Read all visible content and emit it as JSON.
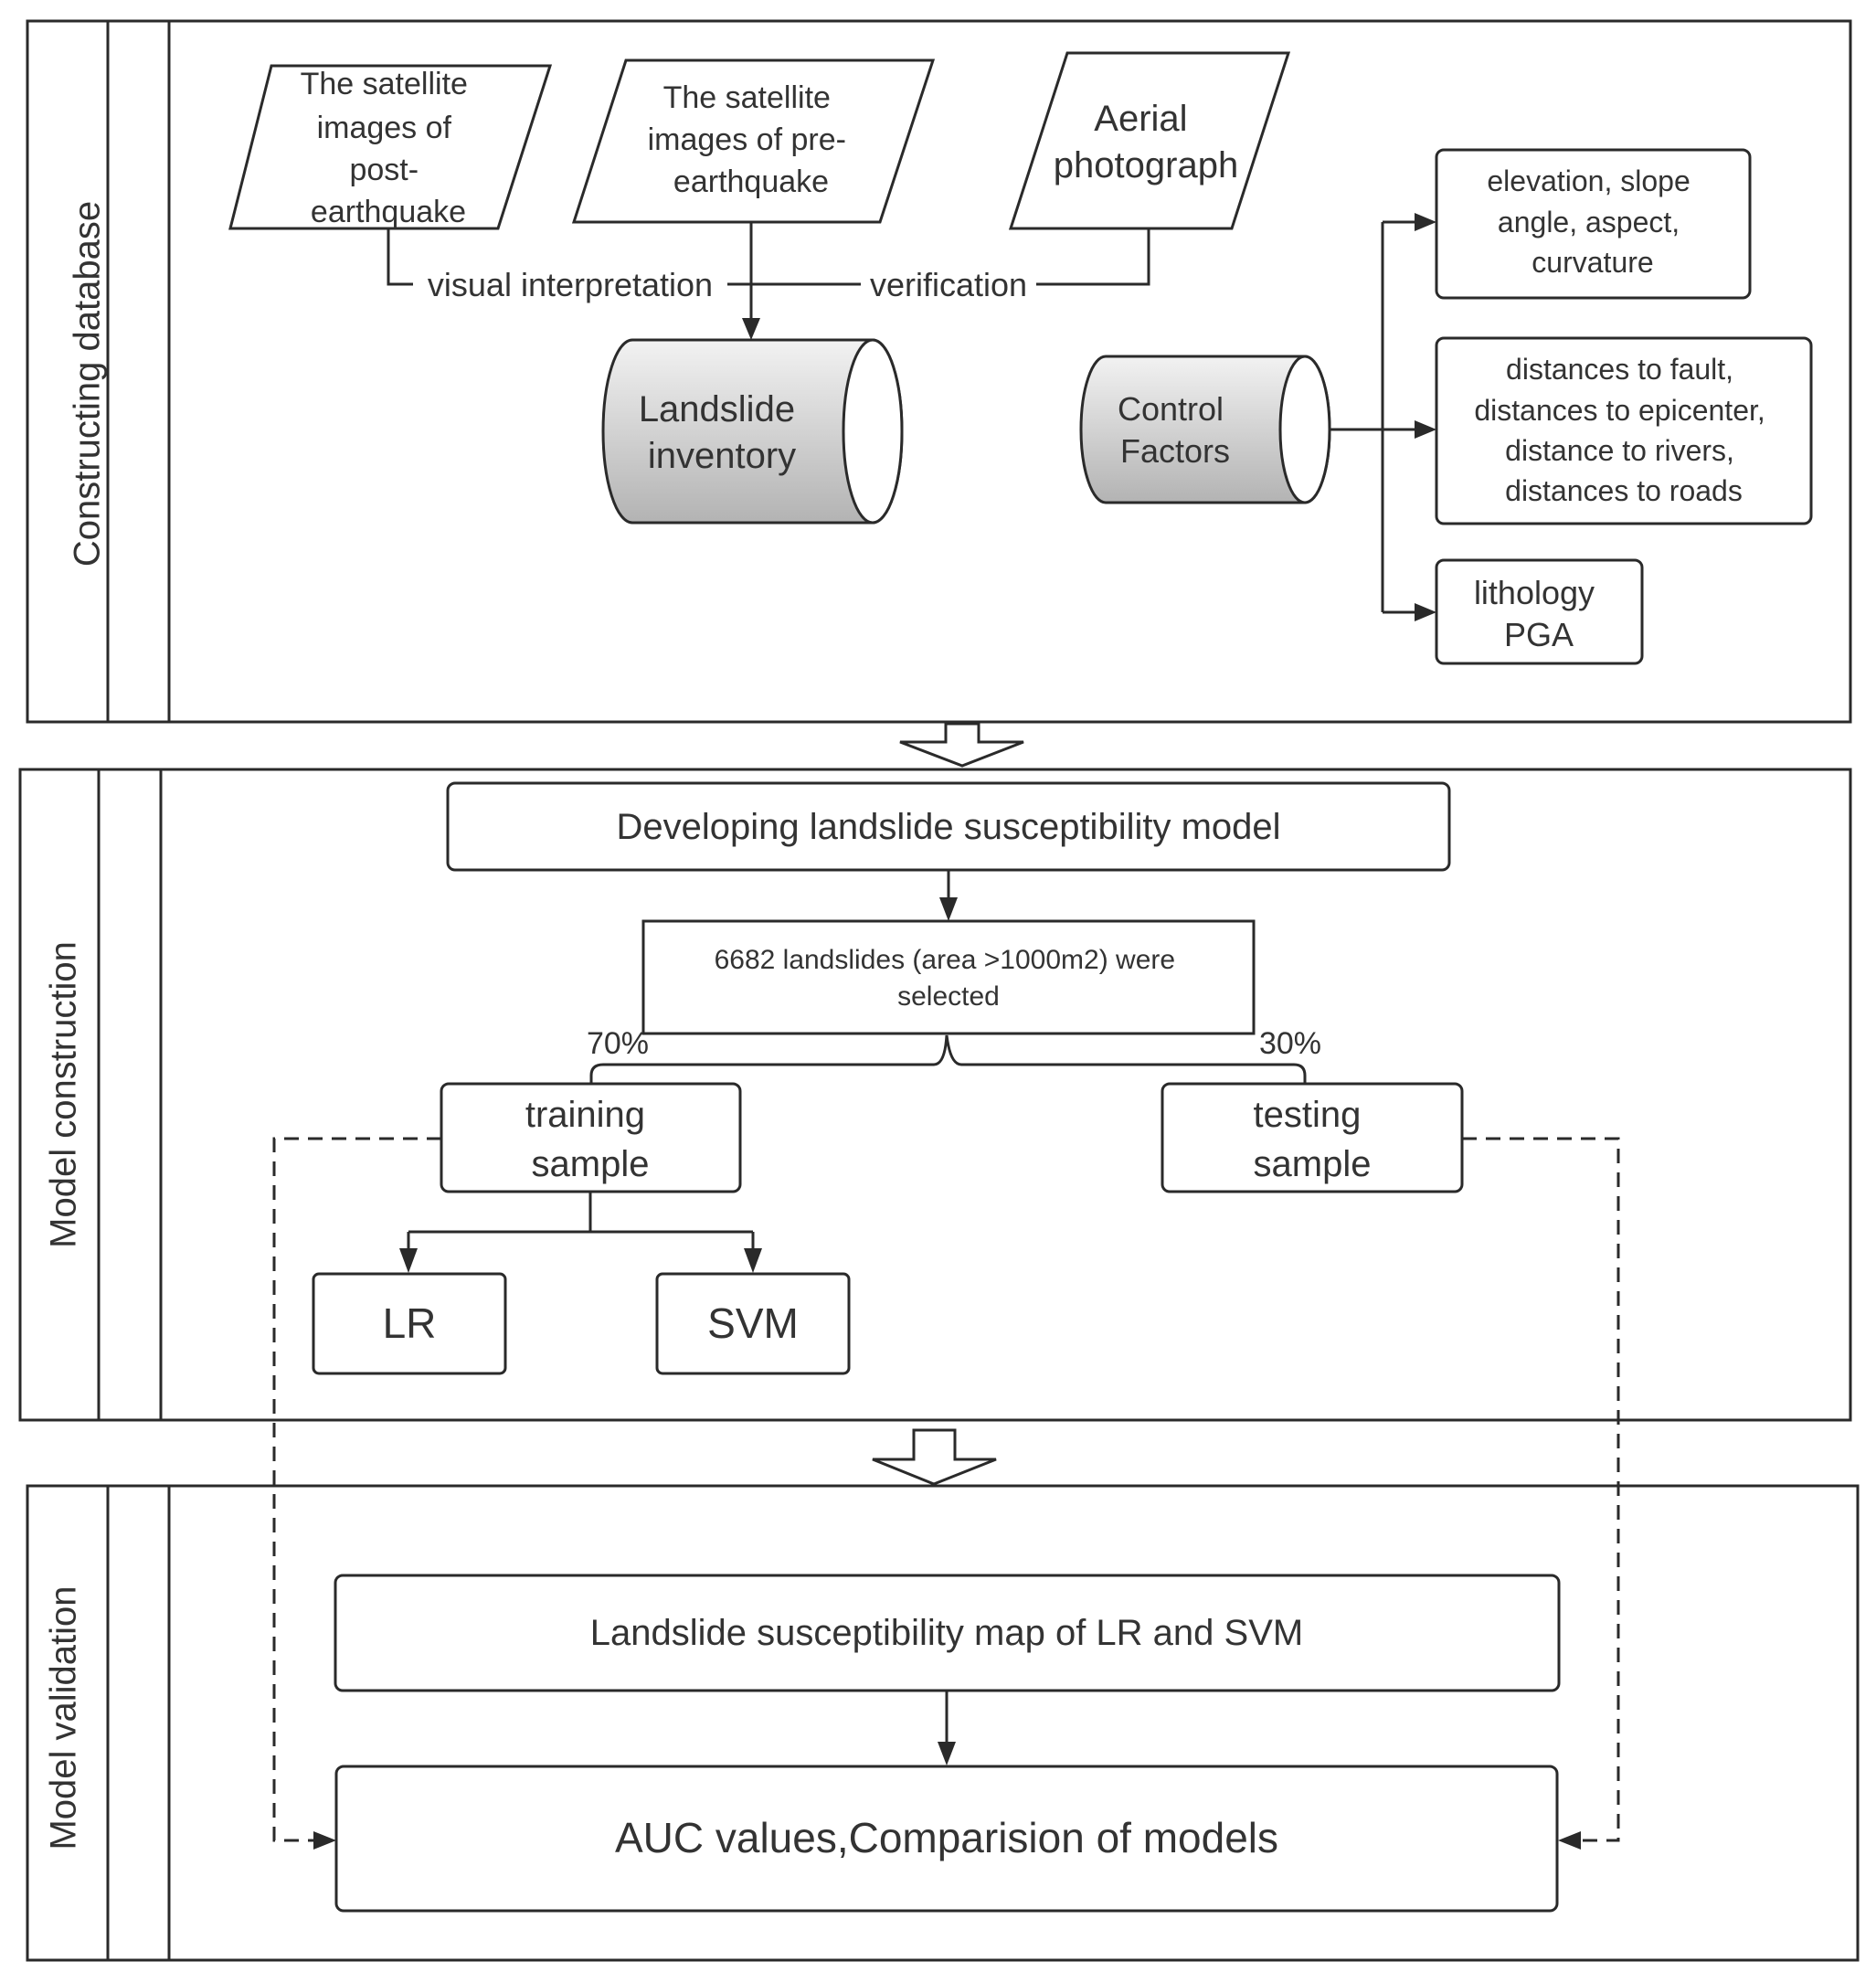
{
  "lanes": {
    "constructing": "Constructing database",
    "construction": "Model construction",
    "validation": "Model validation"
  },
  "database": {
    "post_sat": [
      "The satellite",
      "images of",
      "post-",
      "earthquake"
    ],
    "pre_sat": [
      "The satellite",
      "images of pre-",
      "earthquake"
    ],
    "aerial": [
      "Aerial",
      "photograph"
    ],
    "visual_interpretation": "visual interpretation",
    "verification": "verification",
    "inventory": [
      "Landslide",
      "inventory"
    ],
    "control_factors": [
      "Control",
      "Factors"
    ],
    "factor_topo": [
      "elevation, slope",
      "angle, aspect,",
      "curvature"
    ],
    "factor_dist": [
      "distances to fault,",
      "distances to epicenter,",
      "distance to rivers,",
      "distances to roads"
    ],
    "factor_geo": [
      "lithology",
      "PGA"
    ]
  },
  "construction": {
    "develop": "Developing landslide susceptibility model",
    "selected": [
      "6682 landslides (area >1000m2) were",
      "selected"
    ],
    "pct_train": "70%",
    "pct_test": "30%",
    "training": [
      "training",
      "sample"
    ],
    "testing": [
      "testing",
      "sample"
    ],
    "lr": "LR",
    "svm": "SVM"
  },
  "validation": {
    "map": "Landslide susceptibility map of LR and SVM",
    "auc": "AUC values,Comparision of models"
  },
  "colors": {
    "line": "#2a2a2a",
    "cylinder_light": "#f2f2f2",
    "cylinder_dark": "#b3b3b3"
  }
}
